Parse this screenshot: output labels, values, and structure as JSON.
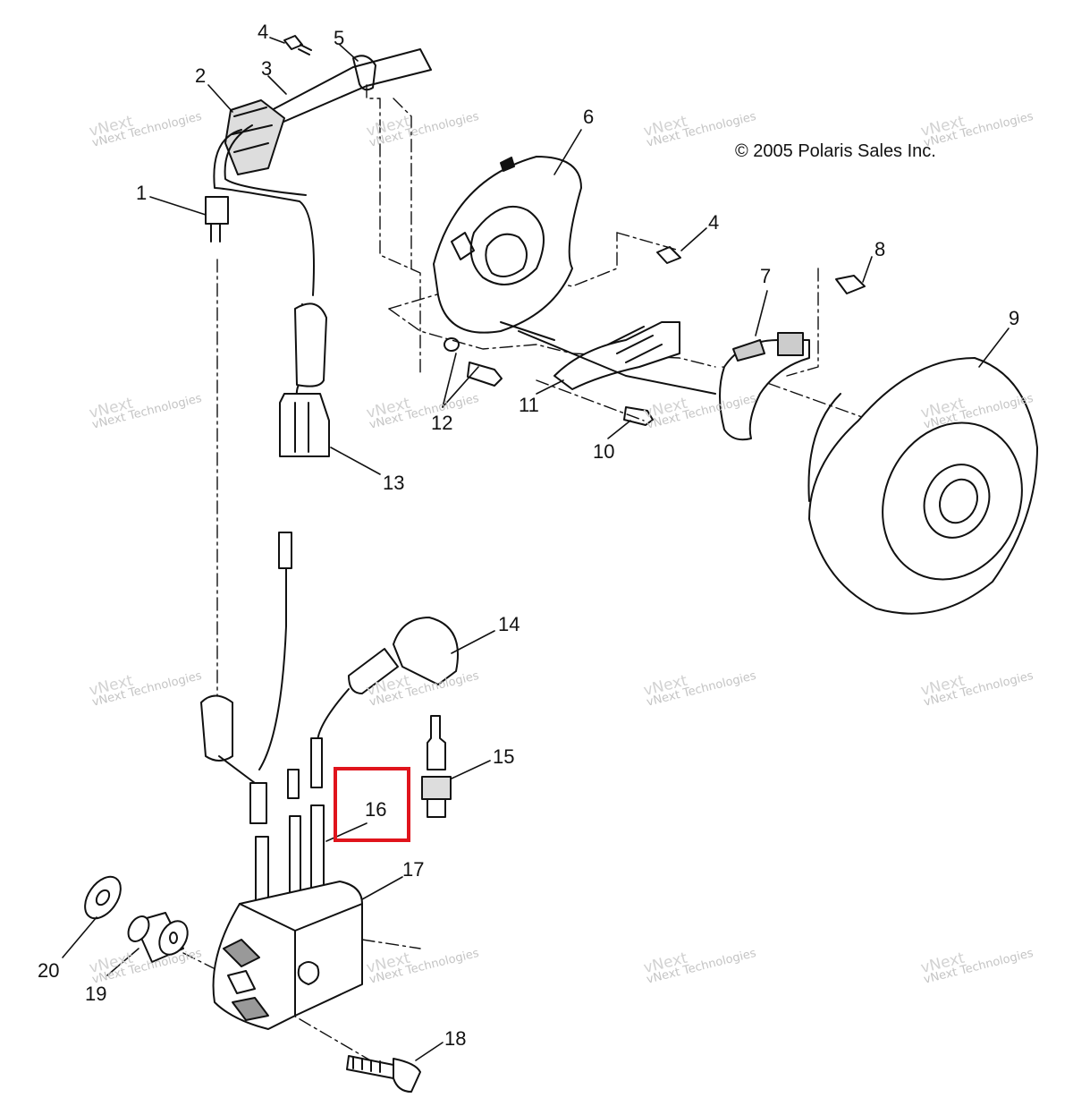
{
  "copyright": "© 2005 Polaris Sales Inc.",
  "watermark": {
    "small": "vNext",
    "main": "Technologies",
    "line": "vNext Technologies"
  },
  "highlight": {
    "color": "#e0141c",
    "label": "16"
  },
  "callouts": [
    "1",
    "2",
    "3",
    "4",
    "5",
    "6",
    "4",
    "8",
    "7",
    "9",
    "12",
    "11",
    "10",
    "13",
    "14",
    "15",
    "16",
    "17",
    "18",
    "20",
    "19"
  ]
}
